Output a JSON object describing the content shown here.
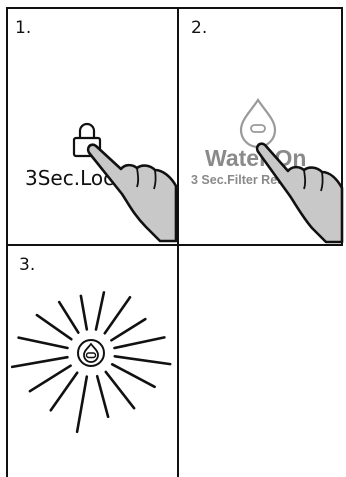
{
  "panels": [
    {
      "step": "1.",
      "text": "3Sec.Lock"
    },
    {
      "step": "2.",
      "title": "Water On",
      "subtitle": "3 Sec.Filter Reset"
    },
    {
      "step": "3."
    }
  ],
  "icons": {
    "panel1": [
      "lock-icon",
      "pointing-hand-icon"
    ],
    "panel2": [
      "water-drop-icon",
      "pointing-hand-icon"
    ],
    "panel3": [
      "water-drop-icon",
      "light-rays-icon"
    ]
  },
  "colors": {
    "line": "#111111",
    "faded_text": "#8a8a8a",
    "hand_fill": "#c8c8c8",
    "background": "#ffffff"
  }
}
